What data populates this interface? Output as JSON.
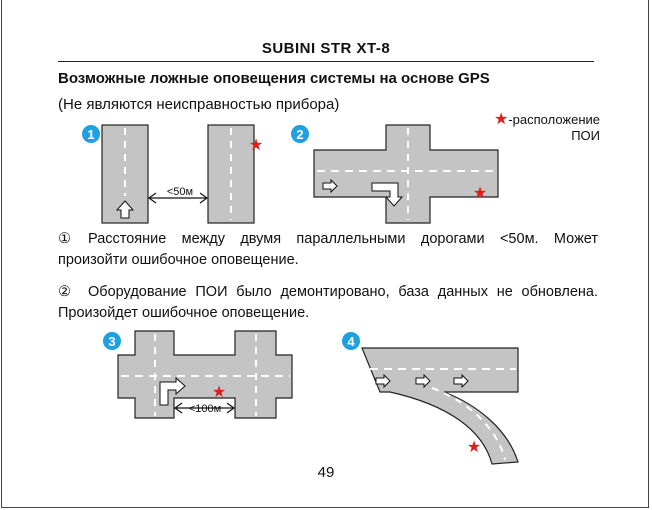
{
  "header": {
    "title": "SUBINI STR XT-8"
  },
  "section": {
    "title": "Возможные ложные оповещения системы на основе GPS",
    "subtitle": "(Не являются неисправностью прибора)"
  },
  "legend": {
    "star": "★",
    "text_line1": "-расположение",
    "text_line2": "ПОИ"
  },
  "figures": {
    "fig1": {
      "badge": "1",
      "distance_label": "<50м"
    },
    "fig2": {
      "badge": "2"
    },
    "fig3": {
      "badge": "3",
      "distance_label": "<100м"
    },
    "fig4": {
      "badge": "4"
    }
  },
  "notes": [
    {
      "mark": "①",
      "text": "Расстояние между двумя параллельными дорогами <50м. Может произойти ошибочное оповещение."
    },
    {
      "mark": "②",
      "text": "Оборудование ПОИ было демонтировано, база данных не обновлена. Произойдет ошибочное оповещение."
    }
  ],
  "footer": {
    "page_number": "49"
  },
  "colors": {
    "road": "#c4c4c4",
    "badge": "#1fa0e0",
    "star": "#e21b1b"
  }
}
